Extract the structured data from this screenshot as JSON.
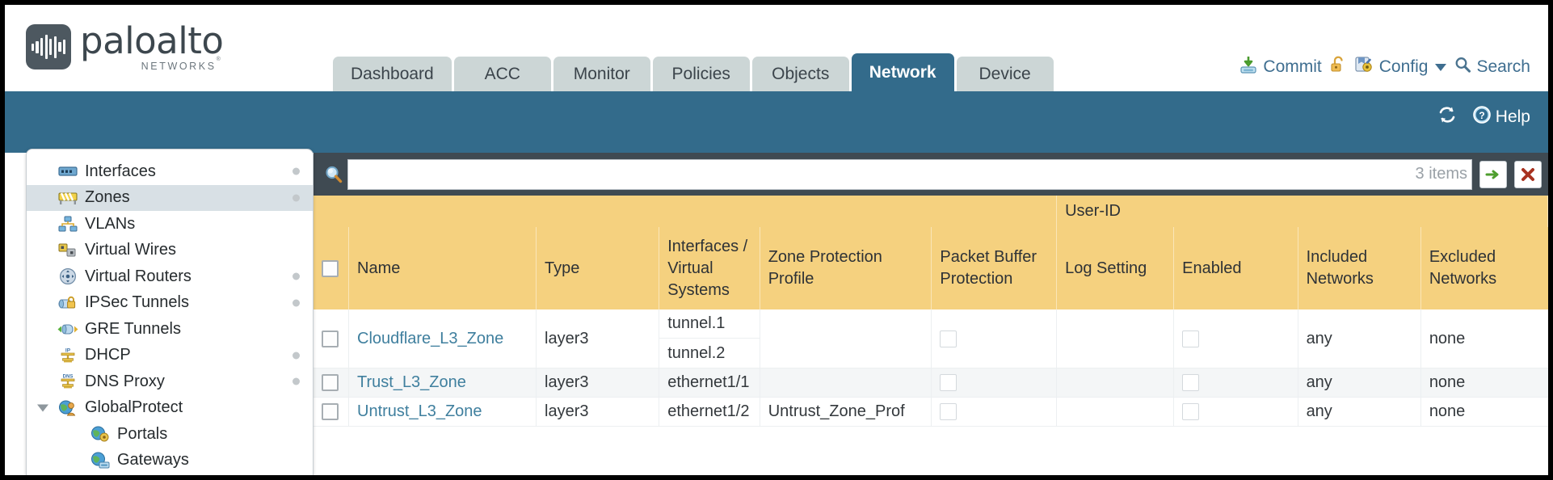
{
  "brand": {
    "name": "paloalto",
    "sub": "NETWORKS",
    "sub_mark": "®"
  },
  "nav": {
    "tabs": [
      {
        "label": "Dashboard",
        "active": false
      },
      {
        "label": "ACC",
        "active": false
      },
      {
        "label": "Monitor",
        "active": false
      },
      {
        "label": "Policies",
        "active": false
      },
      {
        "label": "Objects",
        "active": false
      },
      {
        "label": "Network",
        "active": true
      },
      {
        "label": "Device",
        "active": false
      }
    ]
  },
  "header_actions": {
    "commit": "Commit",
    "config": "Config",
    "search": "Search"
  },
  "blueband": {
    "help": "Help"
  },
  "sidebar": {
    "items": [
      {
        "label": "Interfaces",
        "icon": "interfaces-icon",
        "selected": false,
        "dot": true,
        "child": false,
        "expander": false
      },
      {
        "label": "Zones",
        "icon": "zones-icon",
        "selected": true,
        "dot": true,
        "child": false,
        "expander": false
      },
      {
        "label": "VLANs",
        "icon": "vlans-icon",
        "selected": false,
        "dot": false,
        "child": false,
        "expander": false
      },
      {
        "label": "Virtual Wires",
        "icon": "virtual-wires-icon",
        "selected": false,
        "dot": false,
        "child": false,
        "expander": false
      },
      {
        "label": "Virtual Routers",
        "icon": "virtual-routers-icon",
        "selected": false,
        "dot": true,
        "child": false,
        "expander": false
      },
      {
        "label": "IPSec Tunnels",
        "icon": "ipsec-tunnels-icon",
        "selected": false,
        "dot": true,
        "child": false,
        "expander": false
      },
      {
        "label": "GRE Tunnels",
        "icon": "gre-tunnels-icon",
        "selected": false,
        "dot": false,
        "child": false,
        "expander": false
      },
      {
        "label": "DHCP",
        "icon": "dhcp-icon",
        "selected": false,
        "dot": true,
        "child": false,
        "expander": false
      },
      {
        "label": "DNS Proxy",
        "icon": "dns-proxy-icon",
        "selected": false,
        "dot": true,
        "child": false,
        "expander": false
      },
      {
        "label": "GlobalProtect",
        "icon": "globalprotect-icon",
        "selected": false,
        "dot": false,
        "child": false,
        "expander": true
      },
      {
        "label": "Portals",
        "icon": "portals-icon",
        "selected": false,
        "dot": false,
        "child": true,
        "expander": false
      },
      {
        "label": "Gateways",
        "icon": "gateways-icon",
        "selected": false,
        "dot": false,
        "child": true,
        "expander": false
      }
    ]
  },
  "search": {
    "value": "",
    "placeholder": "",
    "item_count": "3 items",
    "apply_label": "→",
    "clear_label": "✖"
  },
  "table": {
    "group_header": "User-ID",
    "columns": [
      "Name",
      "Type",
      "Interfaces / Virtual Systems",
      "Zone Protection Profile",
      "Packet Buffer Protection",
      "Log Setting",
      "Enabled",
      "Included Networks",
      "Excluded Networks"
    ],
    "rows": [
      {
        "selected": false,
        "name": "Cloudflare_L3_Zone",
        "type": "layer3",
        "interfaces": [
          "tunnel.1",
          "tunnel.2"
        ],
        "zone_protection_profile": "",
        "packet_buffer_protection": false,
        "log_setting": "",
        "userid_enabled": false,
        "included_networks": "any",
        "excluded_networks": "none"
      },
      {
        "selected": false,
        "name": "Trust_L3_Zone",
        "type": "layer3",
        "interfaces": [
          "ethernet1/1"
        ],
        "zone_protection_profile": "",
        "packet_buffer_protection": false,
        "log_setting": "",
        "userid_enabled": false,
        "included_networks": "any",
        "excluded_networks": "none"
      },
      {
        "selected": false,
        "name": "Untrust_L3_Zone",
        "type": "layer3",
        "interfaces": [
          "ethernet1/2"
        ],
        "zone_protection_profile": "Untrust_Zone_Prof",
        "packet_buffer_protection": false,
        "log_setting": "",
        "userid_enabled": false,
        "included_networks": "any",
        "excluded_networks": "none"
      }
    ]
  },
  "colors": {
    "brand_blue": "#336b8b",
    "header_yellow": "#f5d17f",
    "group_yellow": "#e3b145",
    "link_blue": "#3f7f9e",
    "searchbar_dark": "#3f4a52"
  }
}
